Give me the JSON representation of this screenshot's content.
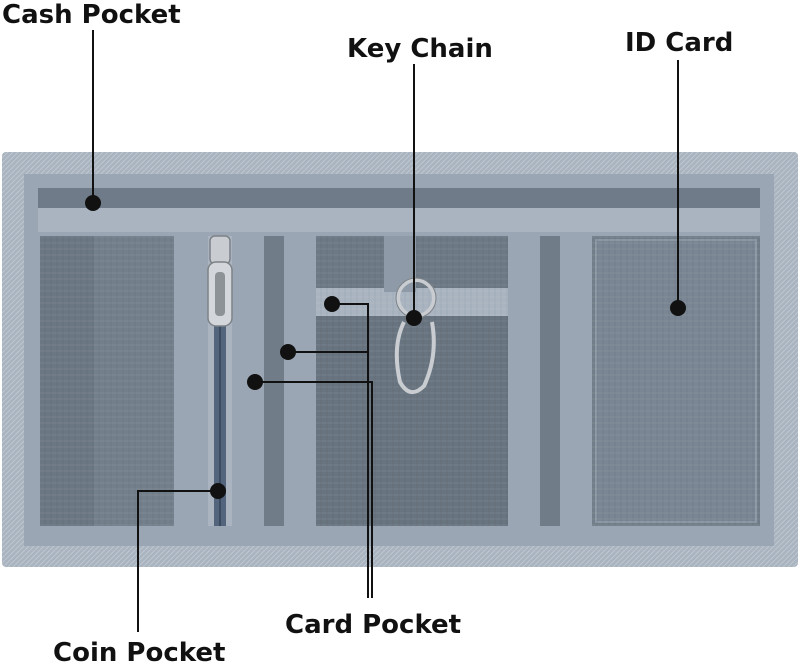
{
  "labels": {
    "cash_pocket": "Cash Pocket",
    "key_chain": "Key Chain",
    "id_card": "ID Card",
    "card_pocket": "Card Pocket",
    "coin_pocket": "Coin Pocket"
  },
  "colors": {
    "wallet_fabric": "#7f8c9c",
    "wallet_trim": "#a9b4c0",
    "pocket_fabric": "#67737f",
    "zipper_tape": "#53657d",
    "metal": "#c9cdd1",
    "callout": "#111111",
    "text": "#111111",
    "background": "#ffffff"
  }
}
